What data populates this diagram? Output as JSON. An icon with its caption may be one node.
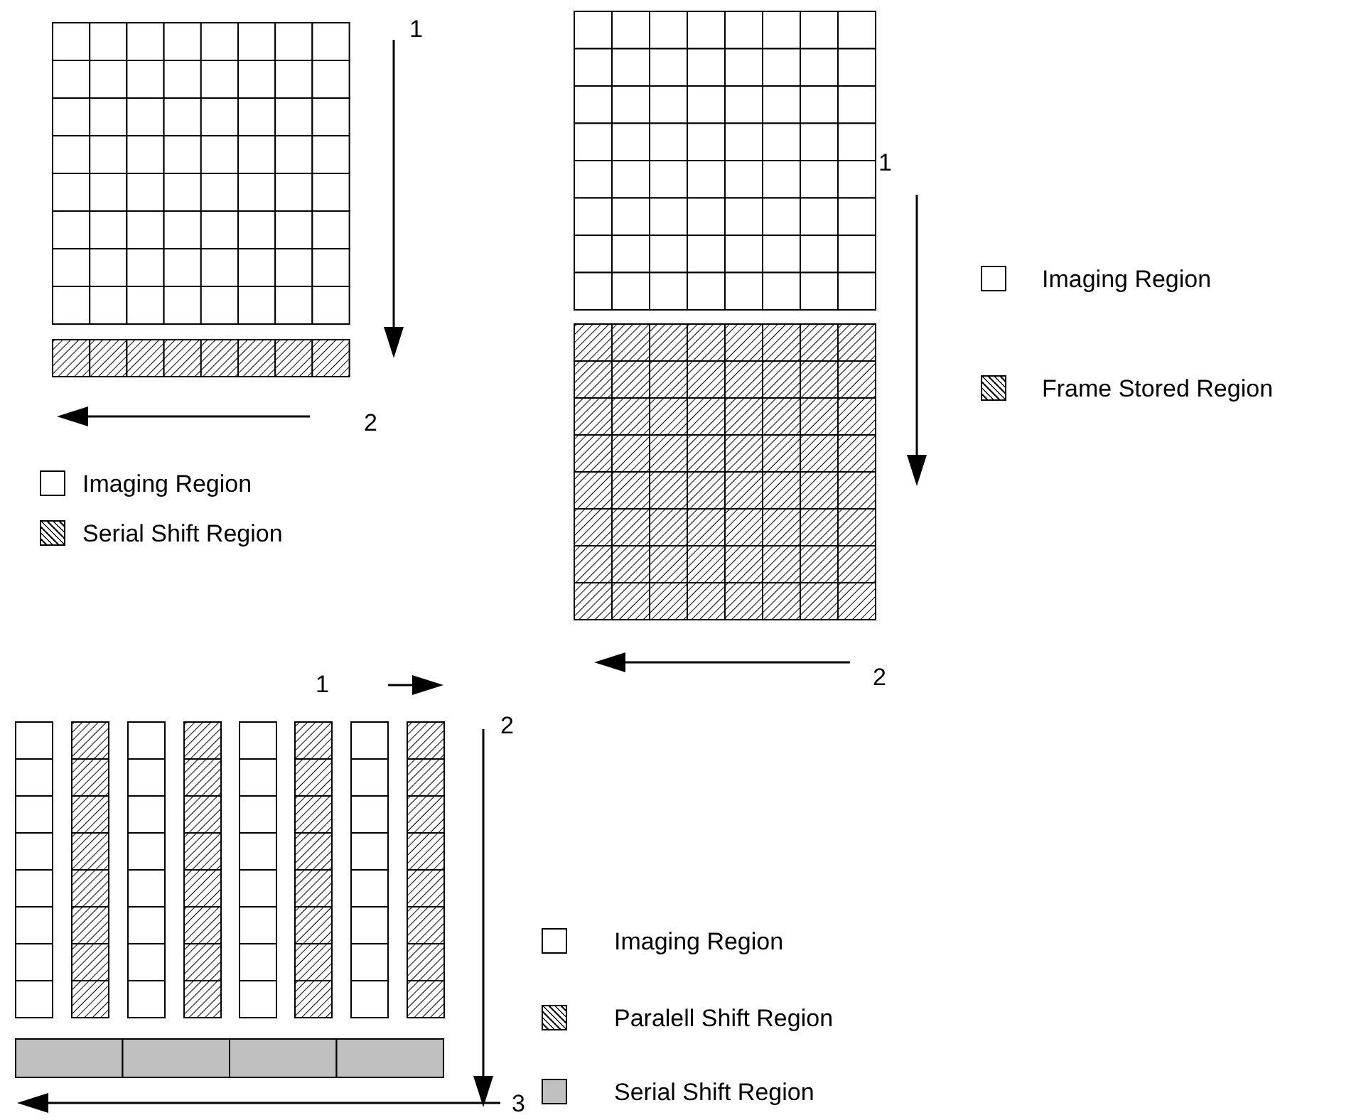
{
  "diagram": {
    "labels": [
      "1",
      "1",
      "2",
      "2",
      "1",
      "2",
      "3"
    ],
    "legend": [
      {
        "text": "Imaging Region",
        "color": "#ffffff"
      },
      {
        "text": "Serial Shift Region"
      },
      {
        "text": "Imaging Region",
        "color": "#ffffff"
      },
      {
        "text": "Frame Stored Region"
      },
      {
        "text": "Imaging Region",
        "color": "#ffffff"
      },
      {
        "text": "Paralell Shift Region"
      },
      {
        "text": "Serial Shift Region",
        "color": "#c0c0c0"
      }
    ]
  }
}
